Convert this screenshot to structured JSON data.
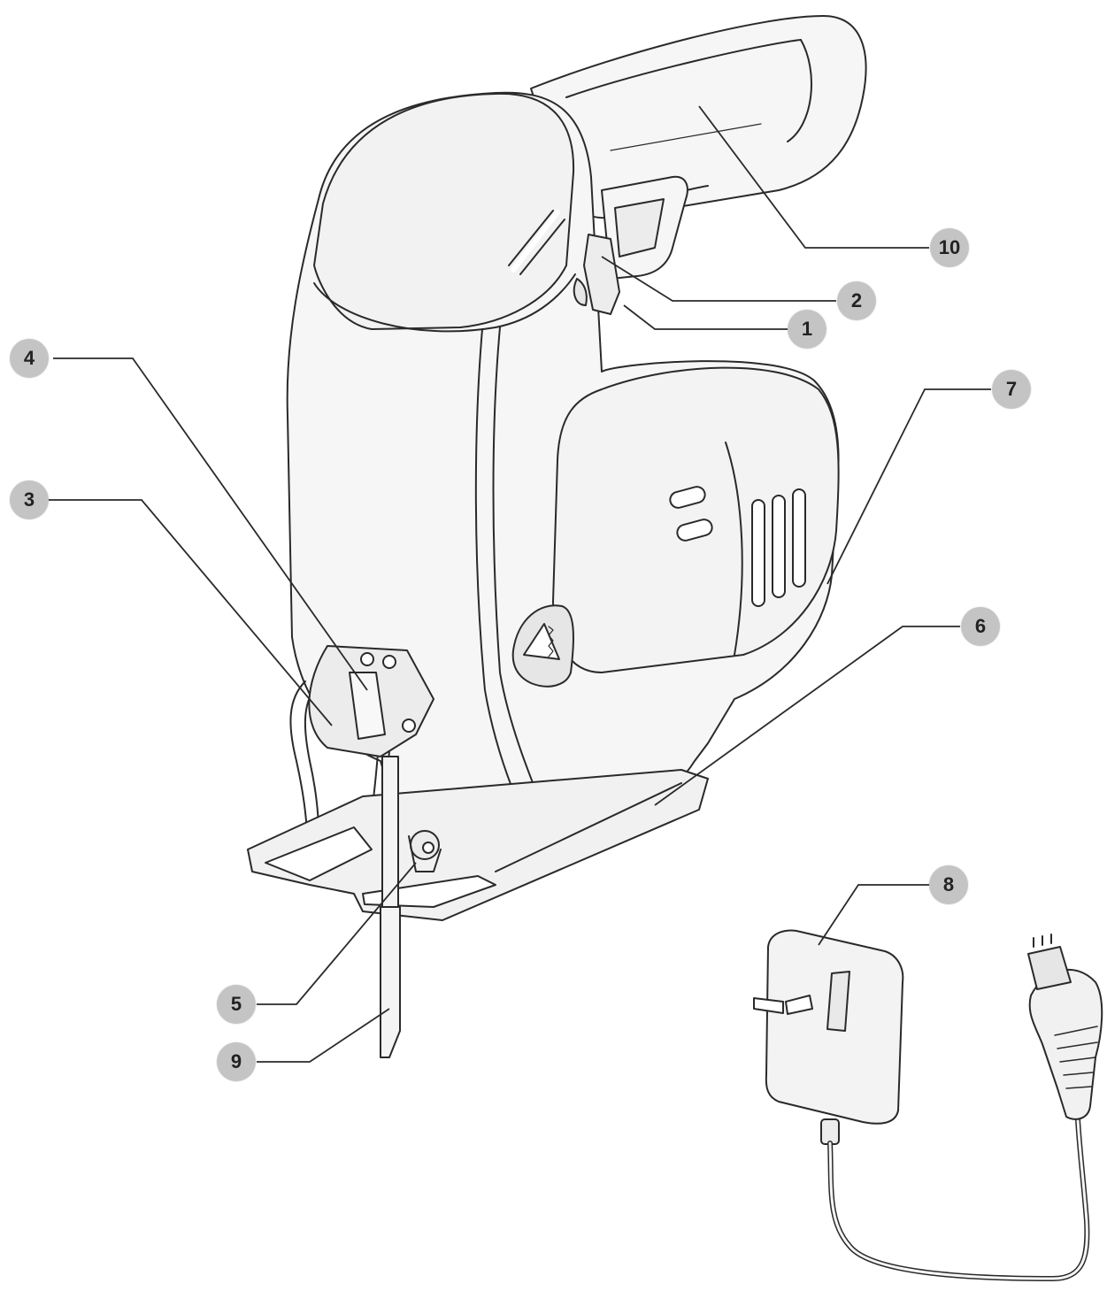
{
  "colors": {
    "background": "#ffffff",
    "line": "#2a2a2a",
    "body_fill": "#f6f6f6",
    "shade_fill": "#e9e9e9",
    "callout_fill": "#c4c4c4",
    "callout_text": "#222222"
  },
  "callouts": [
    {
      "id": "1",
      "label": "1"
    },
    {
      "id": "2",
      "label": "2"
    },
    {
      "id": "3",
      "label": "3"
    },
    {
      "id": "4",
      "label": "4"
    },
    {
      "id": "5",
      "label": "5"
    },
    {
      "id": "6",
      "label": "6"
    },
    {
      "id": "7",
      "label": "7"
    },
    {
      "id": "8",
      "label": "8"
    },
    {
      "id": "9",
      "label": "9"
    },
    {
      "id": "10",
      "label": "10"
    }
  ]
}
